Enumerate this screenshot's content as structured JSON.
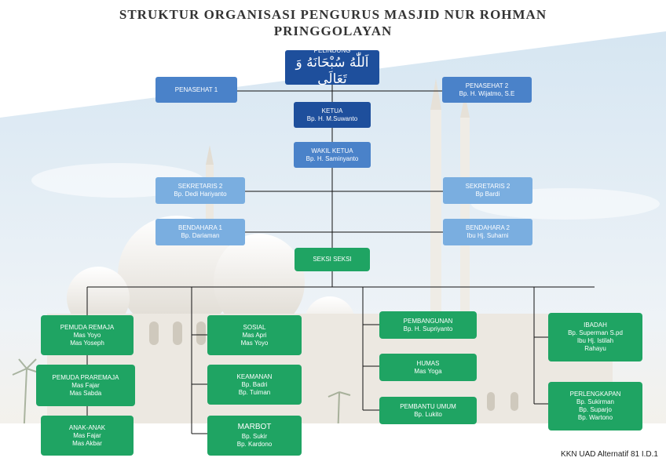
{
  "title_line1": "STRUKTUR ORGANISASI PENGURUS MASJID NUR ROHMAN",
  "title_line2": "PRINGGOLAYAN",
  "pelindung": {
    "title": "PELINDUNG",
    "name": "اَللّٰهُ سُبْحَانَهُ وَ تَعَالَى"
  },
  "penasehat1": {
    "title": "PENASEHAT 1"
  },
  "penasehat2": {
    "title": "PENASEHAT 2",
    "name": "Bp. H. Wijatmo, S.E"
  },
  "ketua": {
    "title": "KETUA",
    "name": "Bp. H. M.Suwanto"
  },
  "wakil": {
    "title": "WAKIL KETUA",
    "name": "Bp. H. Saminyanto"
  },
  "sekretaris_left": {
    "title": "SEKRETARIS 2",
    "name": "Bp. Dedi Hariyanto"
  },
  "sekretaris_right": {
    "title": "SEKRETARIS 2",
    "name": "Bp Bardi"
  },
  "bendahara_left": {
    "title": "BENDAHARA 1",
    "name": "Bp. Dariaman"
  },
  "bendahara_right": {
    "title": "BENDAHARA 2",
    "name": "Ibu Hj. Suharni"
  },
  "seksi": {
    "title": "SEKSI SEKSI"
  },
  "pemuda_remaja": {
    "title": "PEMUDA REMAJA",
    "names": [
      "Mas Yoyo",
      "Mas Yoseph"
    ]
  },
  "pemuda_praremaja": {
    "title": "PEMUDA PRAREMAJA",
    "names": [
      "Mas Fajar",
      "Mas Sabda"
    ]
  },
  "anak_anak": {
    "title": "ANAK-ANAK",
    "names": [
      "Mas Fajar",
      "Mas Akbar"
    ]
  },
  "sosial": {
    "title": "SOSIAL",
    "names": [
      "Mas Apri",
      "Mas Yoyo"
    ]
  },
  "keamanan": {
    "title": "KEAMANAN",
    "names": [
      "Bp. Badri",
      "Bp. Tuiman"
    ]
  },
  "marbot": {
    "title": "MARBOT",
    "names": [
      "Bp. Sukir",
      "Bp. Kardono"
    ]
  },
  "pembangunan": {
    "title": "PEMBANGUNAN",
    "names": [
      "Bp. H. Supriyanto"
    ]
  },
  "humas": {
    "title": "HUMAS",
    "names": [
      "Mas Yoga"
    ]
  },
  "pembantu_umum": {
    "title": "PEMBANTU UMUM",
    "names": [
      "Bp. Lukito"
    ]
  },
  "ibadah": {
    "title": "IBADAH",
    "names": [
      "Bp. Superman S.pd",
      "Ibu Hj. Istilah",
      "Rahayu"
    ]
  },
  "perlengkapan": {
    "title": "PERLENGKAPAN",
    "names": [
      "Bp. Sukirman",
      "Bp. Suparjo",
      "Bp. Wartono"
    ]
  },
  "credit": "KKN UAD Alternatif 81 I.D.1",
  "colors": {
    "navy": "#1e4f9c",
    "blue": "#4a82c9",
    "light_blue": "#7aaee0",
    "green": "#1fa463",
    "line": "#111111"
  }
}
